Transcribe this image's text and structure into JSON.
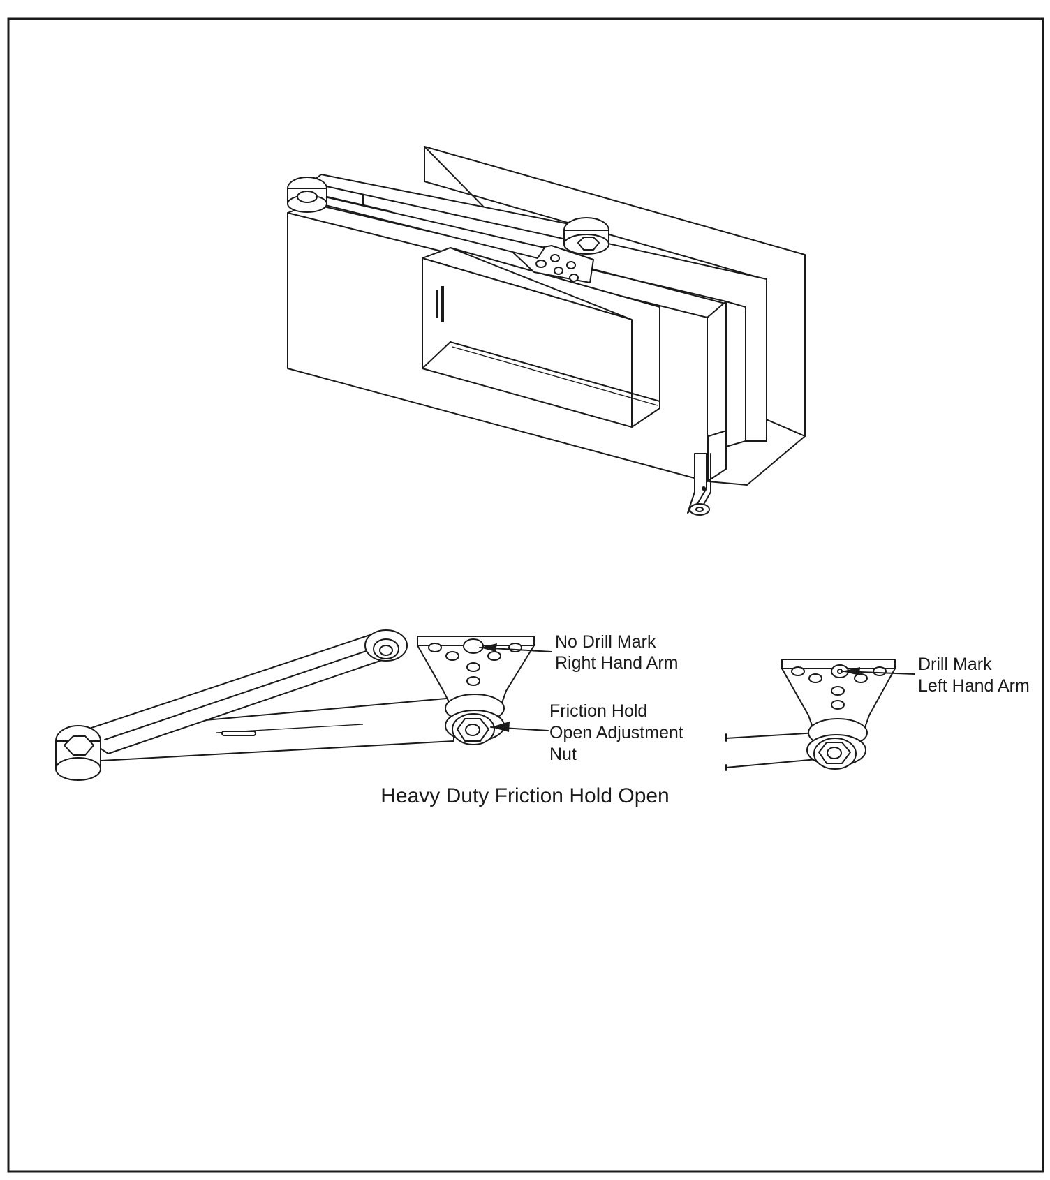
{
  "callouts": {
    "no_drill_mark": [
      "No Drill Mark",
      "Right Hand Arm"
    ],
    "drill_mark": [
      "Drill Mark",
      "Left Hand Arm"
    ],
    "friction_nut": [
      "Friction Hold",
      "Open Adjustment",
      "Nut"
    ]
  },
  "caption": "Heavy Duty Friction Hold Open",
  "icons": [
    "door-closer-illustration",
    "closer-arm-illustration",
    "arm-bracket-illustration"
  ]
}
